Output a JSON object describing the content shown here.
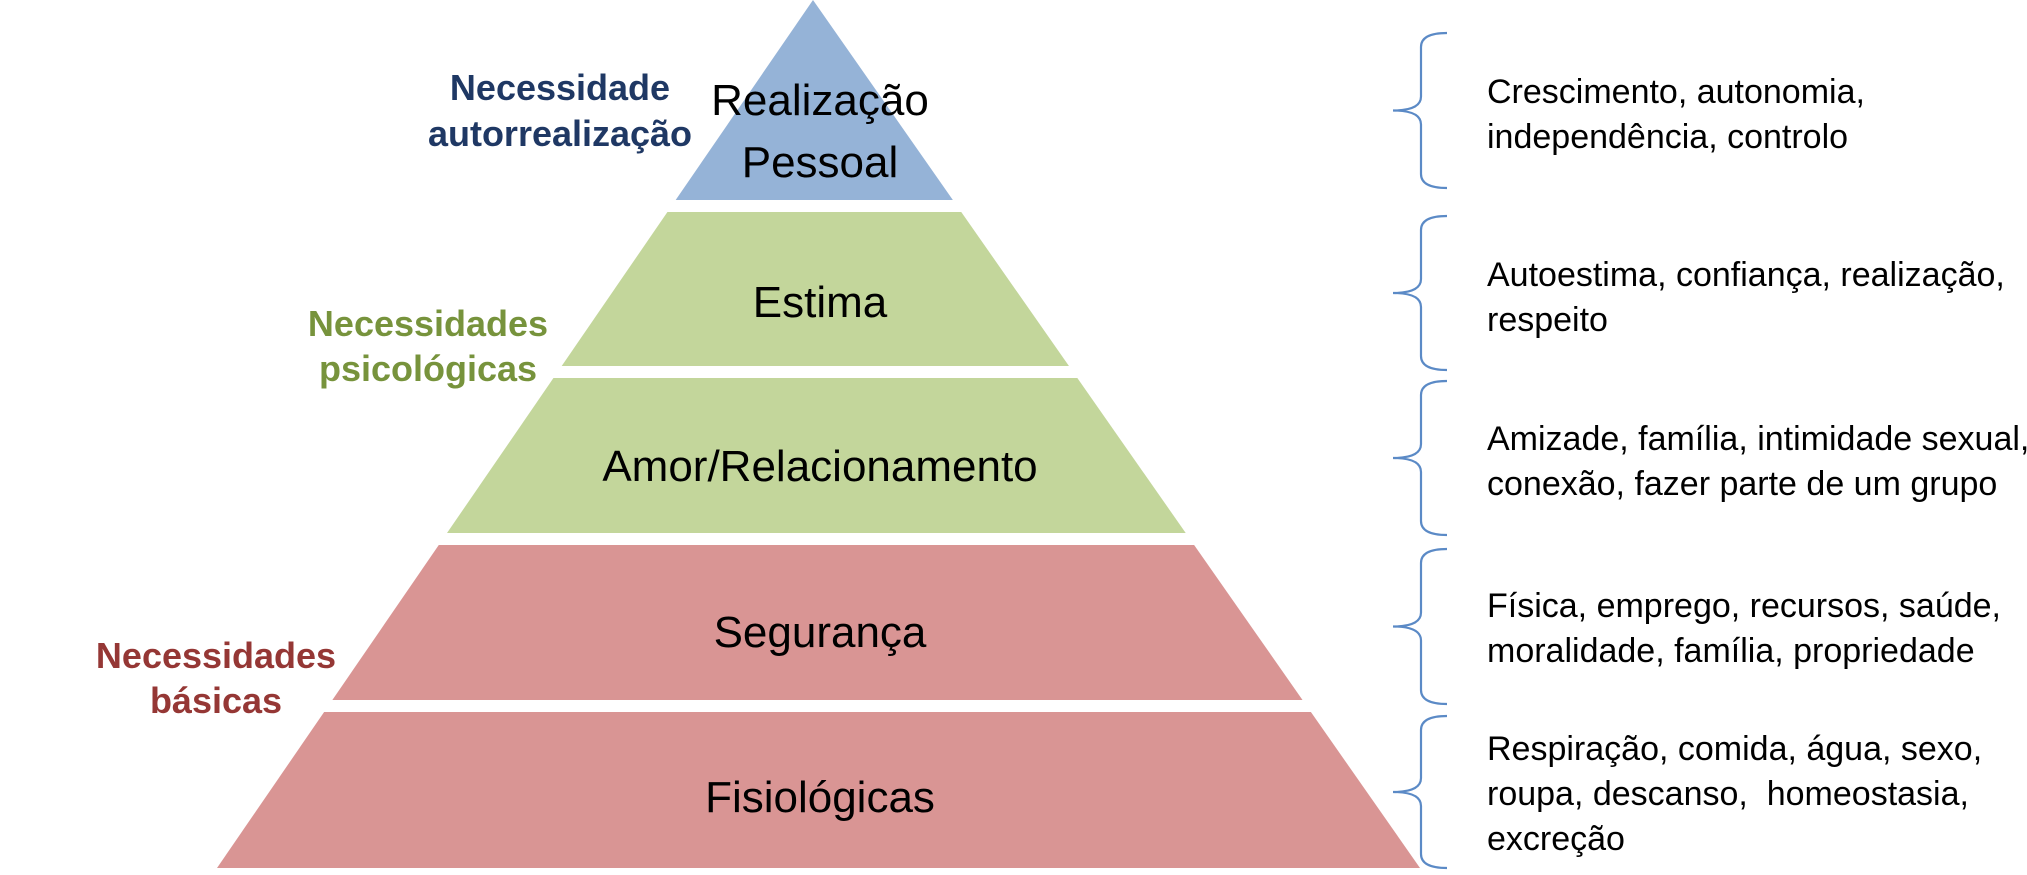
{
  "colors": {
    "top": "#95b3d7",
    "psychological": "#c3d69b",
    "basic": "#d99594",
    "brace": "#5b8ac6",
    "label_top": "#1f3864",
    "label_psychological": "#77933c",
    "label_basic": "#953735"
  },
  "pyramid": {
    "layers": [
      {
        "lines": [
          "Realização",
          "Pessoal"
        ],
        "color_key": "top"
      },
      {
        "lines": [
          "Estima"
        ],
        "color_key": "psychological"
      },
      {
        "lines": [
          "Amor/Relacionamento"
        ],
        "color_key": "psychological"
      },
      {
        "lines": [
          "Segurança"
        ],
        "color_key": "basic"
      },
      {
        "lines": [
          "Fisiológicas"
        ],
        "color_key": "basic"
      }
    ]
  },
  "groups": [
    {
      "lines": [
        "Necessidade",
        "autorrealização"
      ],
      "color_key": "label_top"
    },
    {
      "lines": [
        "Necessidades",
        "psicológicas"
      ],
      "color_key": "label_psychological"
    },
    {
      "lines": [
        "Necessidades",
        "básicas"
      ],
      "color_key": "label_basic"
    }
  ],
  "descriptions": [
    {
      "lines": [
        "Crescimento, autonomia,",
        "independência, controlo"
      ]
    },
    {
      "lines": [
        "Autoestima, confiança, realização,",
        "respeito"
      ]
    },
    {
      "lines": [
        "Amizade, família, intimidade sexual,",
        "conexão, fazer parte de um grupo"
      ]
    },
    {
      "lines": [
        "Física, emprego, recursos, saúde,",
        "moralidade, família, propriedade"
      ]
    },
    {
      "lines": [
        "Respiração, comida, água, sexo,",
        "roupa, descanso,  homeostasia,",
        "excreção"
      ]
    }
  ]
}
